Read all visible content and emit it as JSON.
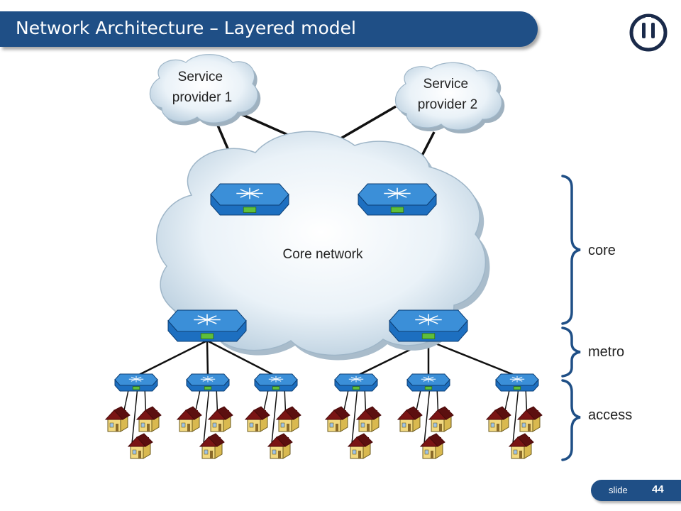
{
  "slide": {
    "title": "Network Architecture – Layered model",
    "slide_label": "slide",
    "slide_number": "44"
  },
  "diagram": {
    "service_provider_1": [
      "Service",
      "provider 1"
    ],
    "service_provider_2": [
      "Service",
      "provider 2"
    ],
    "core_network": "Core network",
    "layers": [
      "core",
      "metro",
      "access"
    ]
  },
  "colors": {
    "title_bar": "#1f4f86",
    "switch_top": "#3b8fd8",
    "switch_side": "#1d6fc0",
    "cloud_fill": "#e8f1f8",
    "bracket": "#1f4f86",
    "house_wall": "#f2d980",
    "house_roof": "#7a1414"
  }
}
